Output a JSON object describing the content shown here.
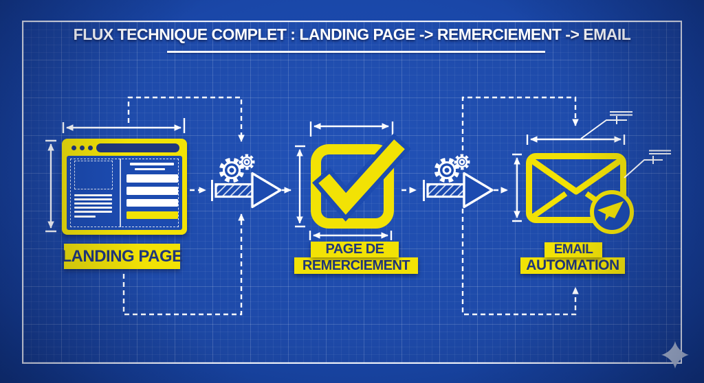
{
  "title": {
    "text": "FLUX TECHNIQUE COMPLET : LANDING PAGE -> REMERCIEMENT -> EMAIL"
  },
  "flow": {
    "step1": {
      "label": "LANDING PAGE"
    },
    "step2": {
      "label_top": "PAGE DE",
      "label_bottom": "REMERCIEMENT"
    },
    "step3": {
      "label_top": "EMAIL",
      "label_bottom": "AUTOMATION"
    }
  },
  "icons": {
    "step1": "browser-window-icon",
    "step2": "checkbox-checkmark-icon",
    "step3": "email-send-icon",
    "connectors": "blueprint-arrow-icon",
    "process": "gears-icon",
    "logo": "sparkle-logo-icon"
  },
  "colors": {
    "background_blue": "#1C4BB0",
    "accent_yellow": "#F2E205",
    "line_white": "#FFFFFF",
    "label_text_navy": "#20377A",
    "logo_gray": "#B6C2D8"
  }
}
